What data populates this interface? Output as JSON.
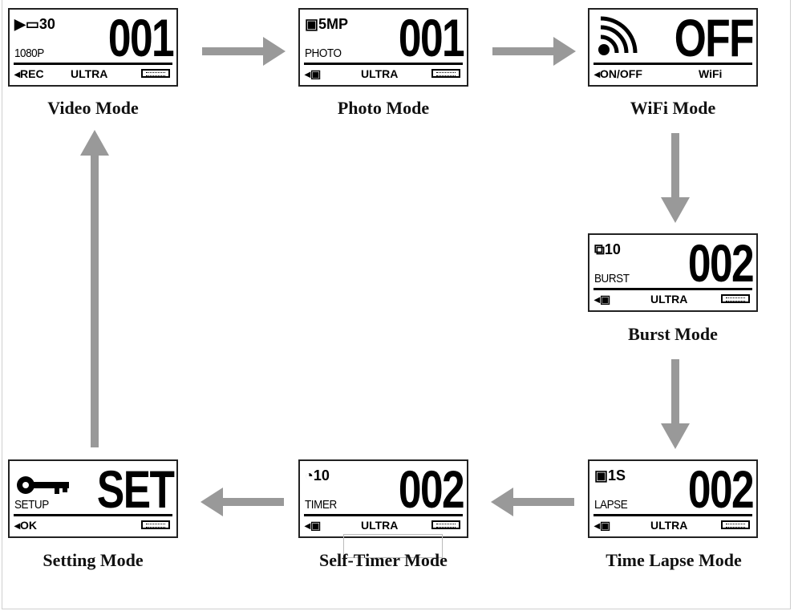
{
  "screens": {
    "video": {
      "caption": "Video Mode",
      "big": "001",
      "sub": "1080P",
      "icon": "▶▭30",
      "bottom_left": "◂REC",
      "bottom_mid": "ULTRA"
    },
    "photo": {
      "caption": "Photo Mode",
      "big": "001",
      "sub": "PHOTO",
      "icon": "▣5MP",
      "bottom_left": "◂▣",
      "bottom_mid": "ULTRA"
    },
    "wifi": {
      "caption": "WiFi Mode",
      "big": "OFF",
      "icon": "wifi-icon",
      "bottom_left": "◂ON/OFF",
      "bottom_mid": "WiFi"
    },
    "burst": {
      "caption": "Burst Mode",
      "big": "002",
      "sub": "BURST",
      "icon": "⧉10",
      "bottom_left": "◂▣",
      "bottom_mid": "ULTRA"
    },
    "timelapse": {
      "caption": "Time Lapse Mode",
      "big": "002",
      "sub": "LAPSE",
      "icon": "▣1S",
      "bottom_left": "◂▣",
      "bottom_mid": "ULTRA"
    },
    "selftimer": {
      "caption": "Self-Timer Mode",
      "big": "002",
      "sub": "TIMER",
      "icon": "◔10",
      "bottom_left": "◂▣",
      "bottom_mid": "ULTRA"
    },
    "setting": {
      "caption": "Setting Mode",
      "big": "SET",
      "sub": "SETUP",
      "icon": "key-icon",
      "bottom_left": "◂OK",
      "bottom_mid": ""
    }
  },
  "colors": {
    "arrow": "#999999",
    "screen_border": "#222222"
  }
}
